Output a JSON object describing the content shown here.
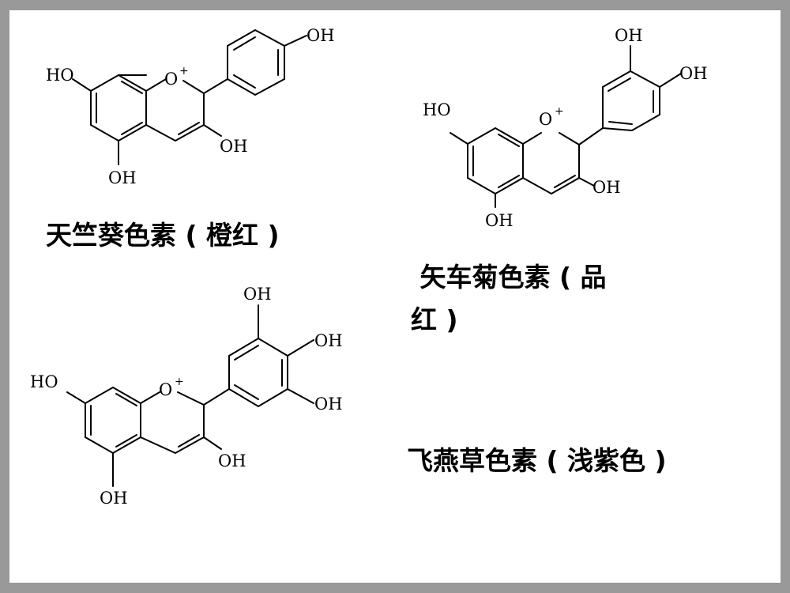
{
  "labels": {
    "pelargonidin": "天竺葵色素 ( 橙红 )",
    "cyanidin_line1": " 矢车菊色素 ( 品",
    "cyanidin_line2": "红 )",
    "delphinidin": "飞燕草色素 ( 浅紫色 )"
  },
  "atoms": {
    "oh": "OH",
    "ho": "HO",
    "o": "O",
    "plus": "+"
  }
}
